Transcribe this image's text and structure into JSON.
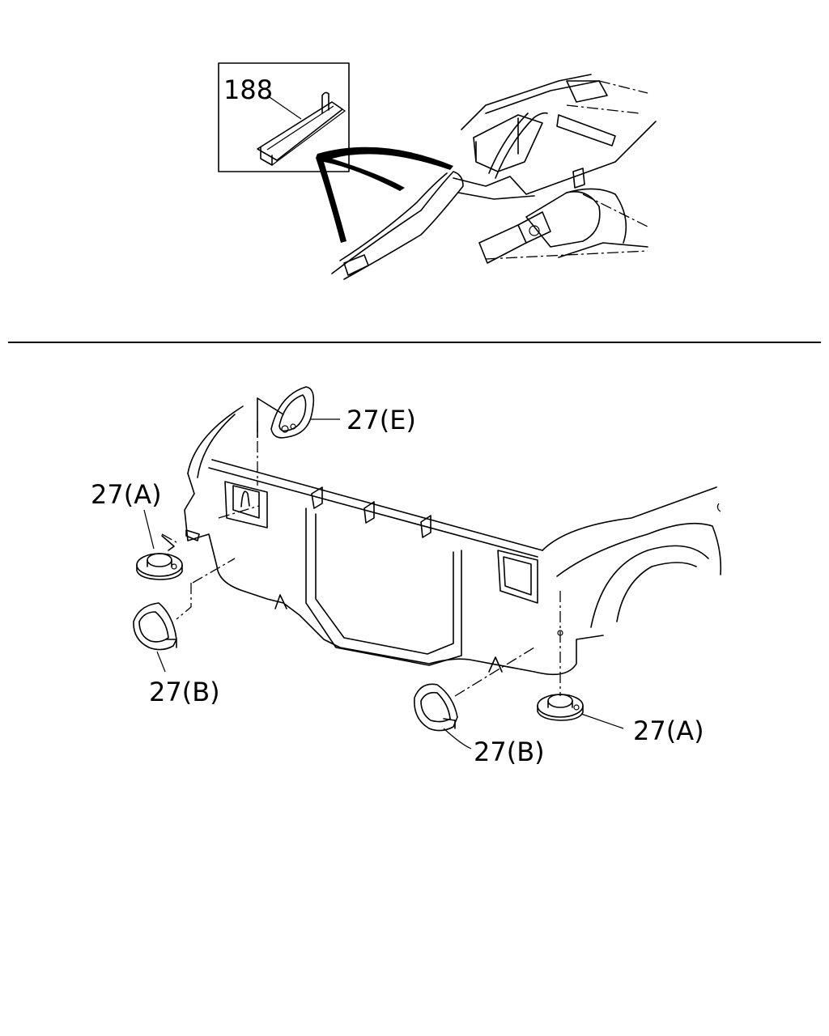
{
  "callouts": {
    "part_188": "188",
    "part_27e": "27(E)",
    "part_27a_left": "27(A)",
    "part_27b_left": "27(B)",
    "part_27b_center": "27(B)",
    "part_27a_right": "27(A)"
  },
  "colors": {
    "ink": "#000000",
    "background": "#ffffff"
  }
}
